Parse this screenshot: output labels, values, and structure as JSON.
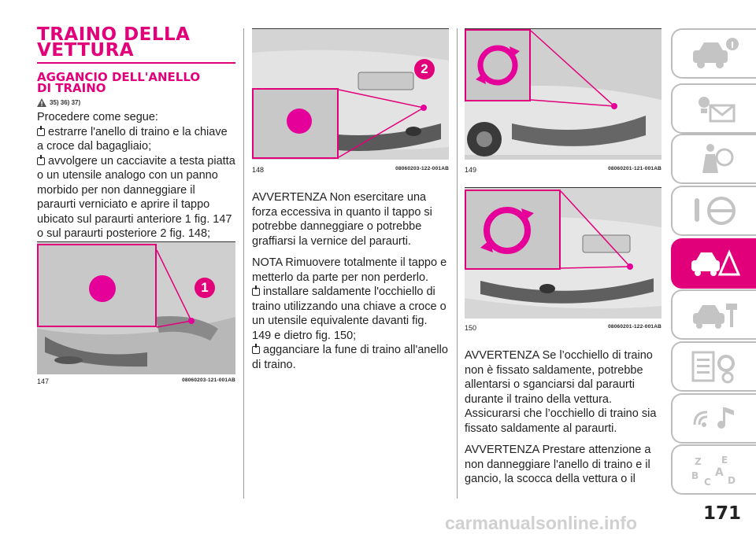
{
  "heading": {
    "title_line1": "TRAINO DELLA",
    "title_line2": "VETTURA",
    "subtitle_line1": "AGGANCIO DELL'ANELLO",
    "subtitle_line2": "DI TRAINO",
    "refs": "35) 36) 37)"
  },
  "col1": {
    "intro": "Procedere come segue:",
    "step1": "estrarre l'anello di traino e la chiave a croce dal bagagliaio;",
    "step2": "avvolgere un cacciavite a testa piatta o un utensile analogo con un panno morbido per non danneggiare il paraurti verniciato e aprire il tappo ubicato sul paraurti anteriore 1 fig. 147 o sul paraurti posteriore 2 fig. 148;"
  },
  "figures": {
    "fig147": {
      "num": "147",
      "code": "08060203-121-001AB",
      "badge": "1"
    },
    "fig148": {
      "num": "148",
      "code": "08060203-122-001AB",
      "badge": "2"
    },
    "fig149": {
      "num": "149",
      "code": "08060201-121-001AB"
    },
    "fig150": {
      "num": "150",
      "code": "08060201-122-001AB"
    }
  },
  "col2": {
    "warning1": "AVVERTENZA Non esercitare una forza eccessiva in quanto il tappo si potrebbe danneggiare o potrebbe graffiarsi la vernice del paraurti.",
    "note": "NOTA Rimuovere totalmente il tappo e metterlo da parte per non perderlo.",
    "step3": "installare saldamente l'occhiello di traino utilizzando una chiave a croce o un utensile equivalente davanti fig. 149 e dietro fig. 150;",
    "step4": "agganciare la fune di traino all'anello di traino."
  },
  "col3": {
    "warning2": "AVVERTENZA Se l’occhiello di traino non è fissato saldamente, potrebbe allentarsi o sganciarsi dal paraurti durante il traino della vettura. Assicurarsi che l’occhiello di traino sia fissato saldamente al paraurti.",
    "warning3": "AVVERTENZA Prestare attenzione a non danneggiare l'anello di traino e il gancio, la scocca della vettura o il"
  },
  "sidebar": {
    "tabs": [
      {
        "icon": "car-info-icon",
        "active": false
      },
      {
        "icon": "dashboard-lights-icon",
        "active": false
      },
      {
        "icon": "airbag-safety-icon",
        "active": false
      },
      {
        "icon": "steering-wheel-icon",
        "active": false
      },
      {
        "icon": "emergency-breakdown-icon",
        "active": true
      },
      {
        "icon": "car-service-icon",
        "active": false
      },
      {
        "icon": "technical-data-icon",
        "active": false
      },
      {
        "icon": "multimedia-icon",
        "active": false
      },
      {
        "icon": "alphabetical-index-icon",
        "active": false
      }
    ],
    "active_color": "#e1007a"
  },
  "page_number": "171",
  "watermark": "carmanualsonline.info"
}
